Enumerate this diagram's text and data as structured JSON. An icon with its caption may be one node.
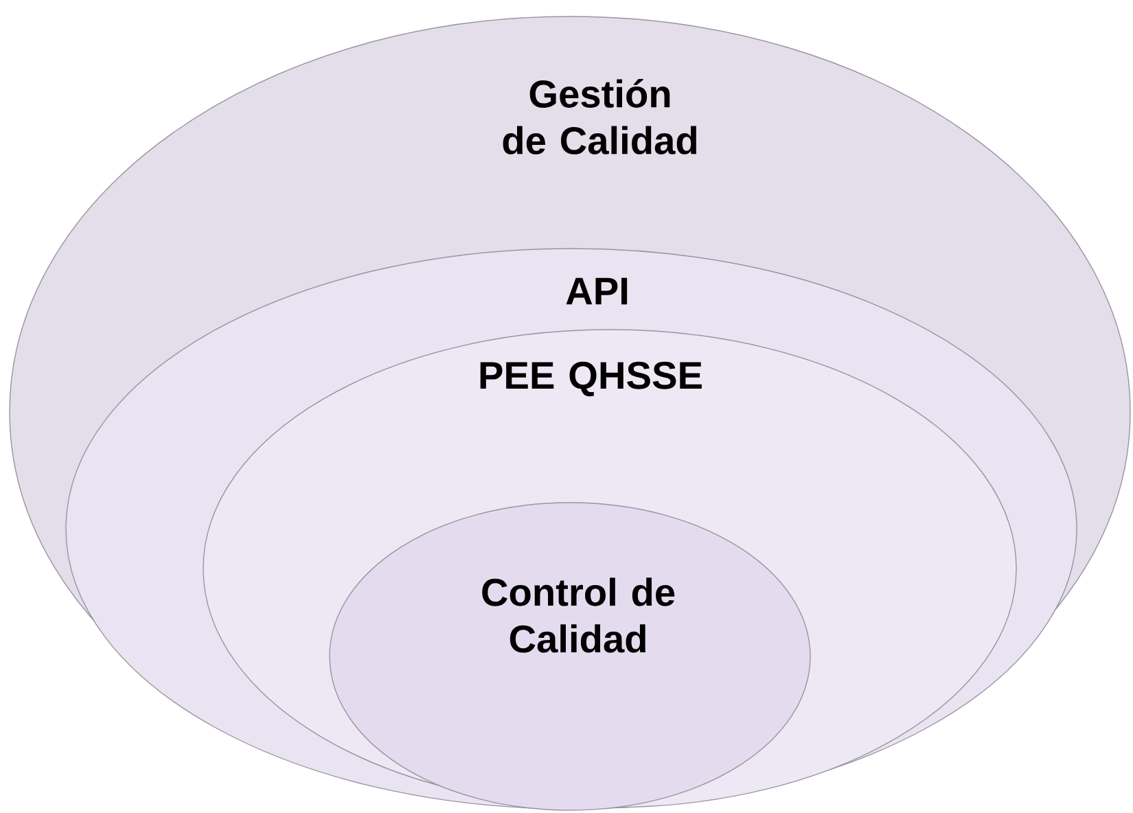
{
  "diagram": {
    "nodes": [
      {
        "text": [
          "Gestión de Calidad"
        ]
      },
      {
        "text": [
          "API"
        ],
        "in": 0
      },
      {
        "text": [
          "PEE QHSSE"
        ],
        "in": 1
      },
      {
        "text": [
          "Control de Calidad"
        ],
        "in": 2
      }
    ]
  }
}
